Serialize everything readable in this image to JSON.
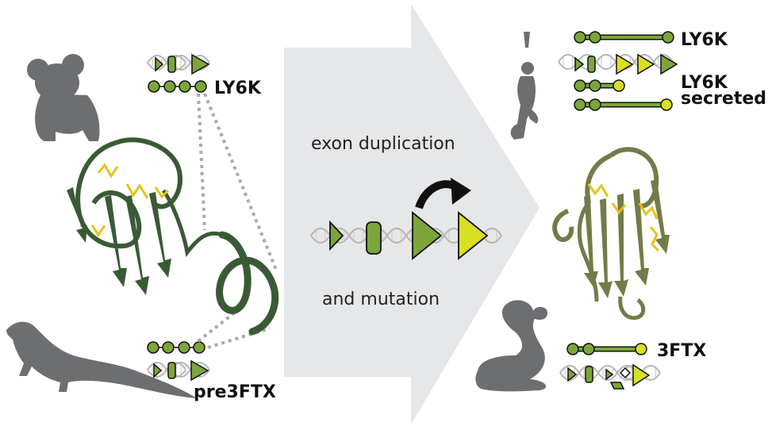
{
  "labels": {
    "ly6k_left": "LY6K",
    "pre3ftx": "pre3FTX",
    "ly6k_right": "LY6K",
    "ly6k_secreted_1": "LY6K",
    "ly6k_secreted_2": "secreted",
    "ftx3": "3FTX"
  },
  "center": {
    "exon_duplication": "exon duplication",
    "and_mutation": "and mutation"
  },
  "colors": {
    "exon_green": "#7ca53a",
    "exon_yellow": "#d8e021",
    "protein_dark": "#3a5a36",
    "protein_olive": "#727c48",
    "disulfide": "#e8c21a",
    "arrow_bg": "#e6e7e8",
    "silhouette": "#6d6e70",
    "dna_grey": "#b0b0b0"
  }
}
